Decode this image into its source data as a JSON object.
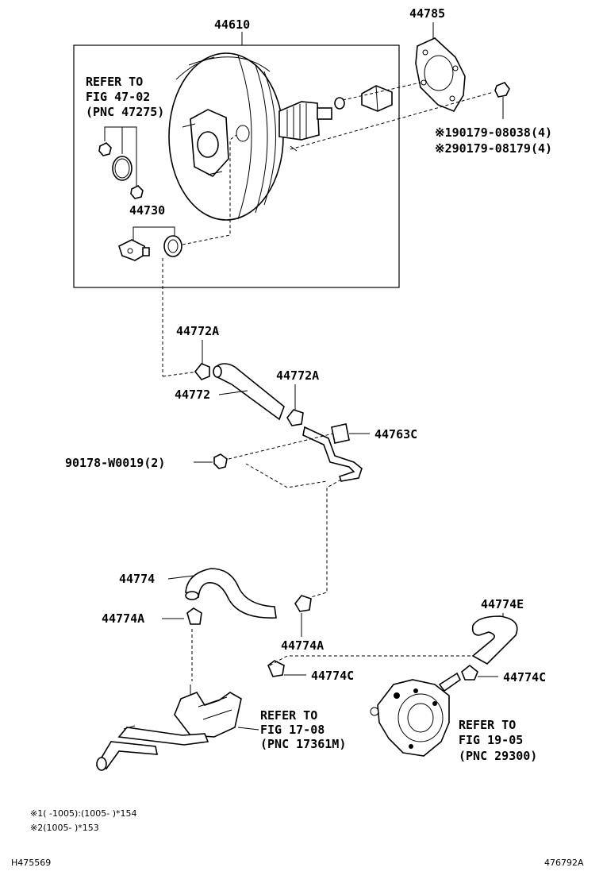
{
  "labels": {
    "booster": "44610",
    "gasket": "44785",
    "refer_47": "REFER TO",
    "refer_47_fig": "FIG 47-02",
    "refer_47_pnc": "(PNC 47275)",
    "nut1": "※190179-08038(4)",
    "nut2": "※290179-08179(4)",
    "check_valve": "44730",
    "clamp_a1": "44772A",
    "hose_44772": "44772",
    "clamp_a2": "44772A",
    "pipe_44763c": "44763C",
    "bolt": "90178-W0019(2)",
    "hose_44774": "44774",
    "clamp_44774a_left": "44774A",
    "clamp_44774a_mid": "44774A",
    "hose_44774e": "44774E",
    "clip_44774c_left": "44774C",
    "clip_44774c_right": "44774C",
    "refer_17": "REFER TO",
    "refer_17_fig": "FIG 17-08",
    "refer_17_pnc": "(PNC 17361M)",
    "refer_19": "REFER TO",
    "refer_19_fig": "FIG 19-05",
    "refer_19_pnc": "(PNC 29300)"
  },
  "notes": {
    "note1": "※1(    -1005):(1005-     )*154",
    "note2": "※2(1005-     )*153"
  },
  "footer": {
    "left_code": "H475569",
    "right_code": "476792A"
  }
}
